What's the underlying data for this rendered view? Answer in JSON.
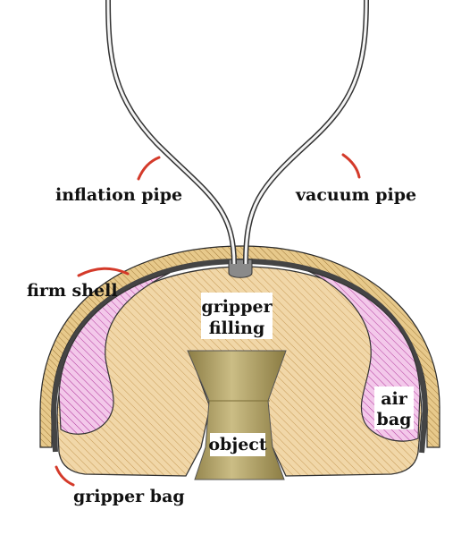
{
  "labels": {
    "inflation_pipe": "inflation pipe",
    "vacuum_pipe": "vacuum pipe",
    "firm_shell": "firm shell",
    "gripper_filling_line1": "gripper",
    "gripper_filling_line2": "filling",
    "air_bag_line1": "air",
    "air_bag_line2": "bag",
    "object": "object",
    "gripper_bag": "gripper bag"
  },
  "colors": {
    "filling": "#f1d7a8",
    "filling_hatch": "#c79b57",
    "air_bag": "#f3c8ea",
    "air_bag_hatch": "#b0369a",
    "shell": "#e7c98b",
    "object": "#b3a46a",
    "leader": "#d43a2a"
  }
}
